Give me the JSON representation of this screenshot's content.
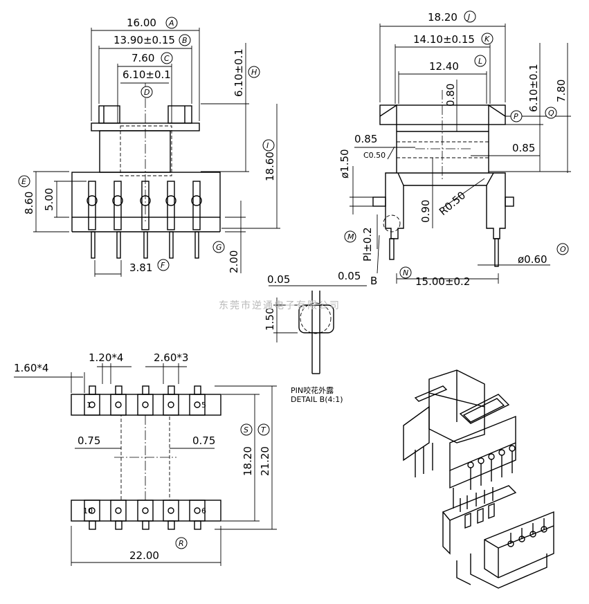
{
  "front_view": {
    "dim_a": "16.00",
    "tag_a": "A",
    "dim_b": "13.90±0.15",
    "tag_b": "B",
    "dim_c": "7.60",
    "tag_c": "C",
    "dim_d": "6.10±0.1",
    "tag_d": "D",
    "dim_e": "8.60",
    "tag_e": "E",
    "dim_e2": "5.00",
    "dim_f": "3.81",
    "tag_f": "F",
    "dim_g": "2.00",
    "tag_g": "G",
    "dim_h": "6.10±0.1",
    "tag_h": "H",
    "dim_i": "18.60",
    "tag_i": "I"
  },
  "side_view": {
    "dim_j": "18.20",
    "tag_j": "J",
    "dim_k": "14.10±0.15",
    "tag_k": "K",
    "dim_l": "12.40",
    "tag_l": "L",
    "dim_top": "0.80",
    "dim_p": "6.10±0.1",
    "tag_p": "P",
    "dim_q": "7.80",
    "tag_q": "Q",
    "dim_085_left": "0.85",
    "dim_085_right": "0.85",
    "chamfer": "C0.50",
    "dim_150": "ø1.50",
    "dim_090": "0.90",
    "radius": "R0.50",
    "dim_m": "Pl±0.2",
    "tag_m": "M",
    "dim_n": "15.00±0.2",
    "tag_n": "N",
    "dim_o": "ø0.60",
    "tag_o": "O",
    "detail_ref": "B"
  },
  "detail_b": {
    "dim_left": "0.05",
    "dim_right": "0.05",
    "dim_height": "1.50",
    "caption_line1": "PIN咬花外露",
    "caption_line2": "DETAIL B(4:1)"
  },
  "watermark": "东莞市逆通电子有限公司",
  "bottom_view": {
    "dim_pitch_small": "1.60*4",
    "dim_pitch_a": "1.20*4",
    "dim_pitch_b": "2.60*3",
    "dim_075_left": "0.75",
    "dim_075_right": "0.75",
    "dim_s": "18.20",
    "tag_s": "S",
    "dim_t": "21.20",
    "tag_t": "T",
    "dim_r": "22.00",
    "tag_r": "R",
    "pin_1": "1",
    "pin_5": "5",
    "pin_10": "10",
    "pin_6": "6"
  }
}
